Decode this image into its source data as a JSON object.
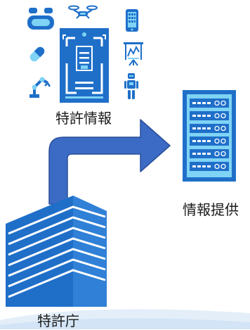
{
  "labels": {
    "patent_info": "特許情報",
    "info_provision": "情報提供",
    "patent_office": "特許庁"
  },
  "icons": [
    "game-controller-icon",
    "drone-icon",
    "smartphone-icon",
    "capsule-icon",
    "patent-document-icon",
    "robot-arm-icon",
    "humanoid-robot-icon",
    "lab-equipment-icon",
    "server-icon",
    "building-icon",
    "arrow-icon"
  ],
  "colors": {
    "primary": "#1f6fc9",
    "light": "#7fd3f5",
    "arrow": "#3b6bc4",
    "arrow_stroke": "#2a4f9a",
    "swoosh": "#dce9f7"
  }
}
